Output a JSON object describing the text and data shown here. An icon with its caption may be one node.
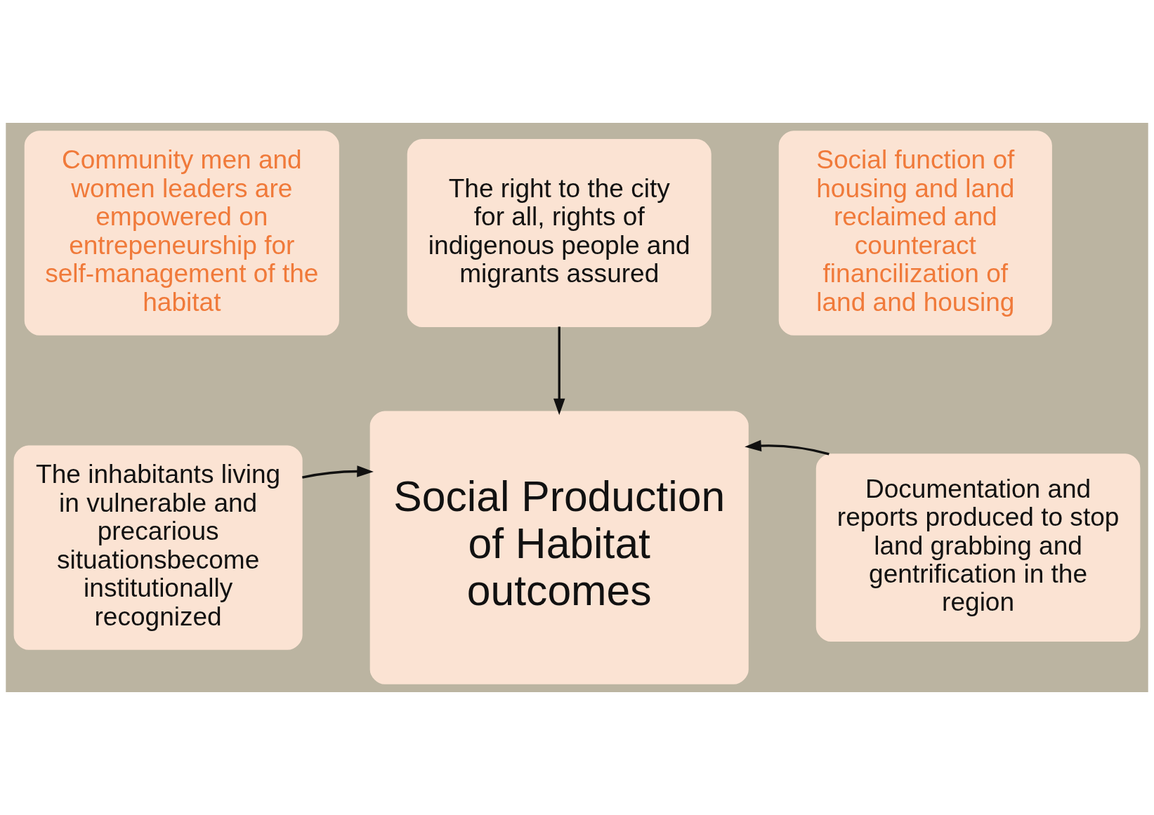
{
  "diagram": {
    "nodes": [
      {
        "text": [
          "Community men and women leaders are empowered on entrepeneurship for self-management of the habitat"
        ]
      },
      {
        "text": [
          "The right to the city for all, rights of indigenous people and migrants assured"
        ]
      },
      {
        "text": [
          "Social function of housing and land reclaimed and counteract financilization of land and housing"
        ]
      },
      {
        "text": [
          "The inhabitants living in vulnerable and precarious situationsbecome institutionally recognized"
        ]
      },
      {
        "text": [
          "Social Production of Habitat outcomes"
        ]
      },
      {
        "text": [
          "Documentation and reports produced to stop land grabbing and gentrification in the region"
        ]
      }
    ],
    "edges": [
      {
        "from": 1,
        "to": 4,
        "arrow": "to"
      },
      {
        "from": 3,
        "to": 4,
        "arrow": "to"
      },
      {
        "from": 5,
        "to": 4,
        "arrow": "to"
      }
    ]
  }
}
